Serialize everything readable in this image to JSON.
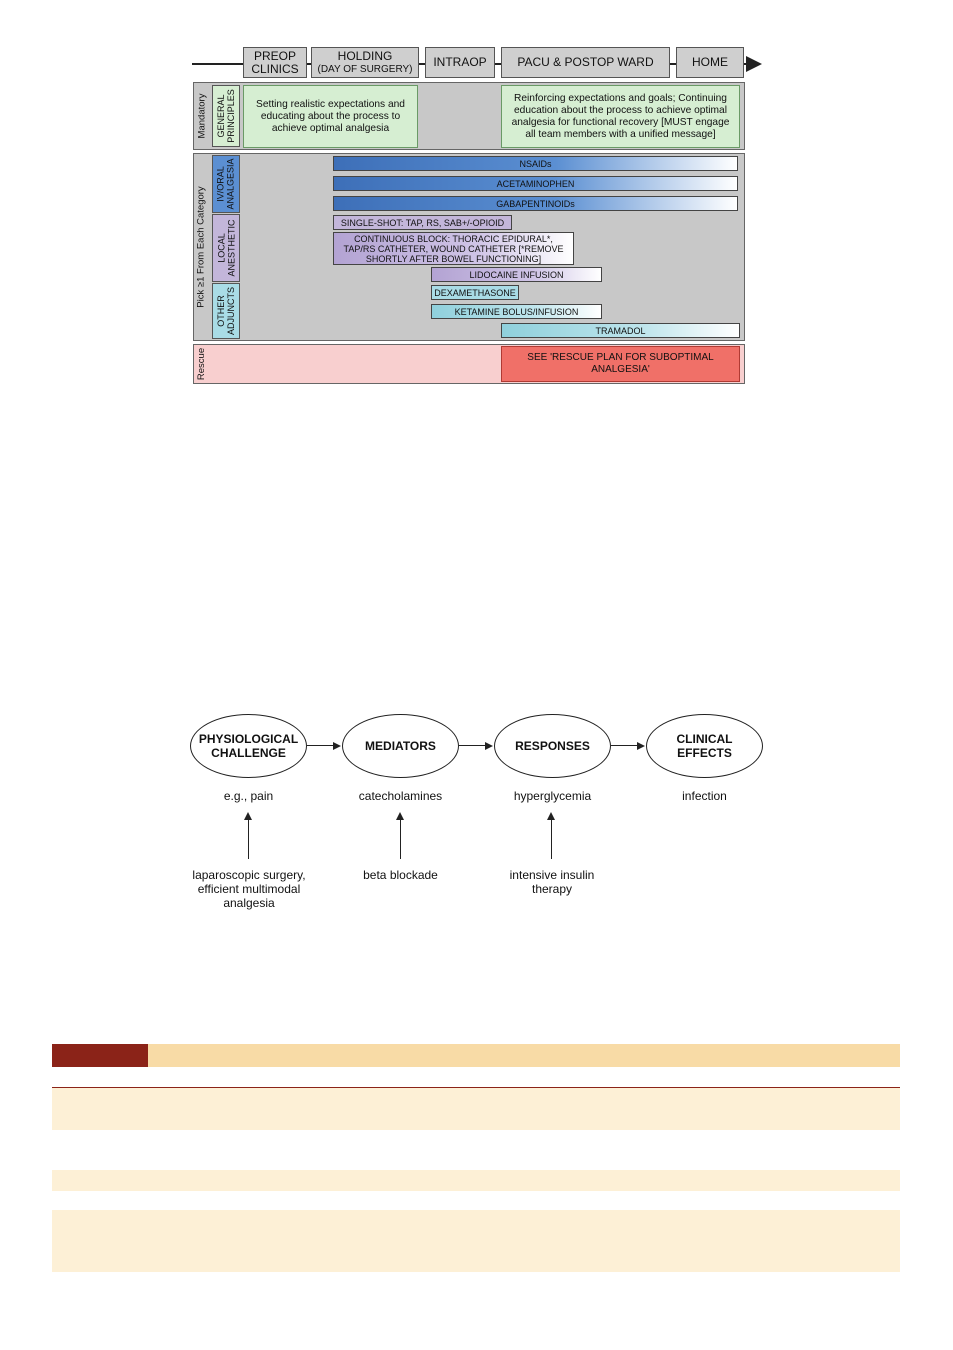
{
  "figure1": {
    "phases": [
      {
        "line1": "PREOP",
        "line2": "CLINICS"
      },
      {
        "line1": "HOLDING",
        "line2": "(DAY OF SURGERY)"
      },
      {
        "line1": "INTRAOP",
        "line2": ""
      },
      {
        "line1": "PACU & POSTOP WARD",
        "line2": ""
      },
      {
        "line1": "HOME",
        "line2": ""
      }
    ],
    "rows": {
      "mandatory": "Mandatory",
      "pick": "Pick ≥1 From Each Category",
      "rescue": "Rescue"
    },
    "categories": {
      "general": {
        "line1": "GENERAL",
        "line2": "PRINCIPLES"
      },
      "iv_oral": {
        "line1": "IV/ORAL",
        "line2": "ANALGESIA"
      },
      "local": {
        "line1": "LOCAL",
        "line2": "ANESTHETIC"
      },
      "other": {
        "line1": "OTHER",
        "line2": "ADJUNCTS"
      }
    },
    "general_preop": "Setting realistic expectations and educating about the process to achieve optimal analgesia",
    "general_postop": "Reinforcing expectations and goals; Continuing education about the process to achieve optimal analgesia for functional recovery [MUST engage all team members with a unified message]",
    "bars": {
      "nsaids": "NSAIDs",
      "acetaminophen": "ACETAMINOPHEN",
      "gabapentinoids": "GABAPENTINOIDs",
      "single_shot": "SINGLE-SHOT: TAP, RS, SAB+/-OPIOID",
      "continuous": "CONTINUOUS BLOCK: THORACIC EPIDURAL*, TAP/RS CATHETER, WOUND CATHETER [*REMOVE SHORTLY AFTER BOWEL FUNCTIONING]",
      "lidocaine": "LIDOCAINE INFUSION",
      "dexamethasone": "DEXAMETHASONE",
      "ketamine": "KETAMINE BOLUS/INFUSION",
      "tramadol": "TRAMADOL"
    },
    "rescue_plan": "SEE 'RESCUE PLAN FOR SUBOPTIMAL ANALGESIA'"
  },
  "figure2": {
    "nodes": [
      {
        "line1": "PHYSIOLOGICAL",
        "line2": "CHALLENGE",
        "example": "e.g., pain",
        "intervention": "laparoscopic surgery, efficient multimodal analgesia"
      },
      {
        "line1": "MEDIATORS",
        "line2": "",
        "example": "catecholamines",
        "intervention": "beta blockade"
      },
      {
        "line1": "RESPONSES",
        "line2": "",
        "example": "hyperglycemia",
        "intervention": "intensive insulin therapy"
      },
      {
        "line1": "CLINICAL",
        "line2": "EFFECTS",
        "example": "infection",
        "intervention": ""
      }
    ]
  },
  "colors": {
    "table_header_dark": "#8b2318",
    "table_header_light": "#f8dba6",
    "table_row_tint": "#fdf0d6"
  }
}
